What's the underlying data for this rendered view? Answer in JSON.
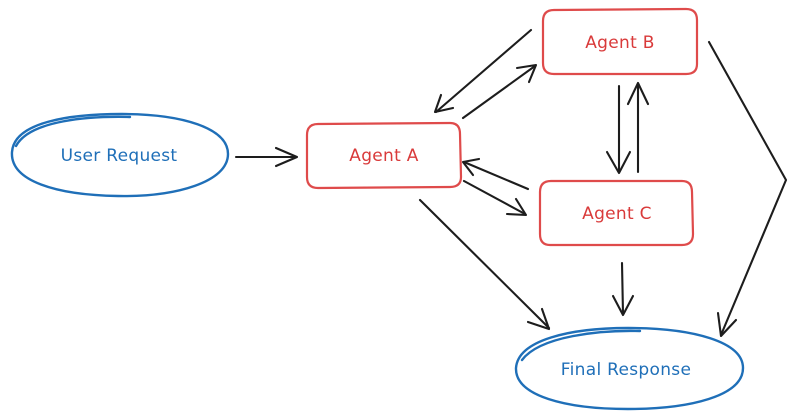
{
  "nodes": {
    "user_request": "User Request",
    "agent_a": "Agent A",
    "agent_b": "Agent B",
    "agent_c": "Agent C",
    "final_response": "Final Response"
  },
  "colors": {
    "ellipse_stroke": "#1f6fb8",
    "box_stroke": "#df4b4b",
    "arrow_stroke": "#1d1d1d",
    "background": "#ffffff"
  },
  "edges": [
    {
      "from": "user_request",
      "to": "agent_a"
    },
    {
      "from": "agent_a",
      "to": "agent_b"
    },
    {
      "from": "agent_b",
      "to": "agent_a"
    },
    {
      "from": "agent_a",
      "to": "agent_c"
    },
    {
      "from": "agent_c",
      "to": "agent_a"
    },
    {
      "from": "agent_b",
      "to": "agent_c"
    },
    {
      "from": "agent_c",
      "to": "agent_b"
    },
    {
      "from": "agent_a",
      "to": "final_response"
    },
    {
      "from": "agent_b",
      "to": "final_response"
    },
    {
      "from": "agent_c",
      "to": "final_response"
    }
  ]
}
